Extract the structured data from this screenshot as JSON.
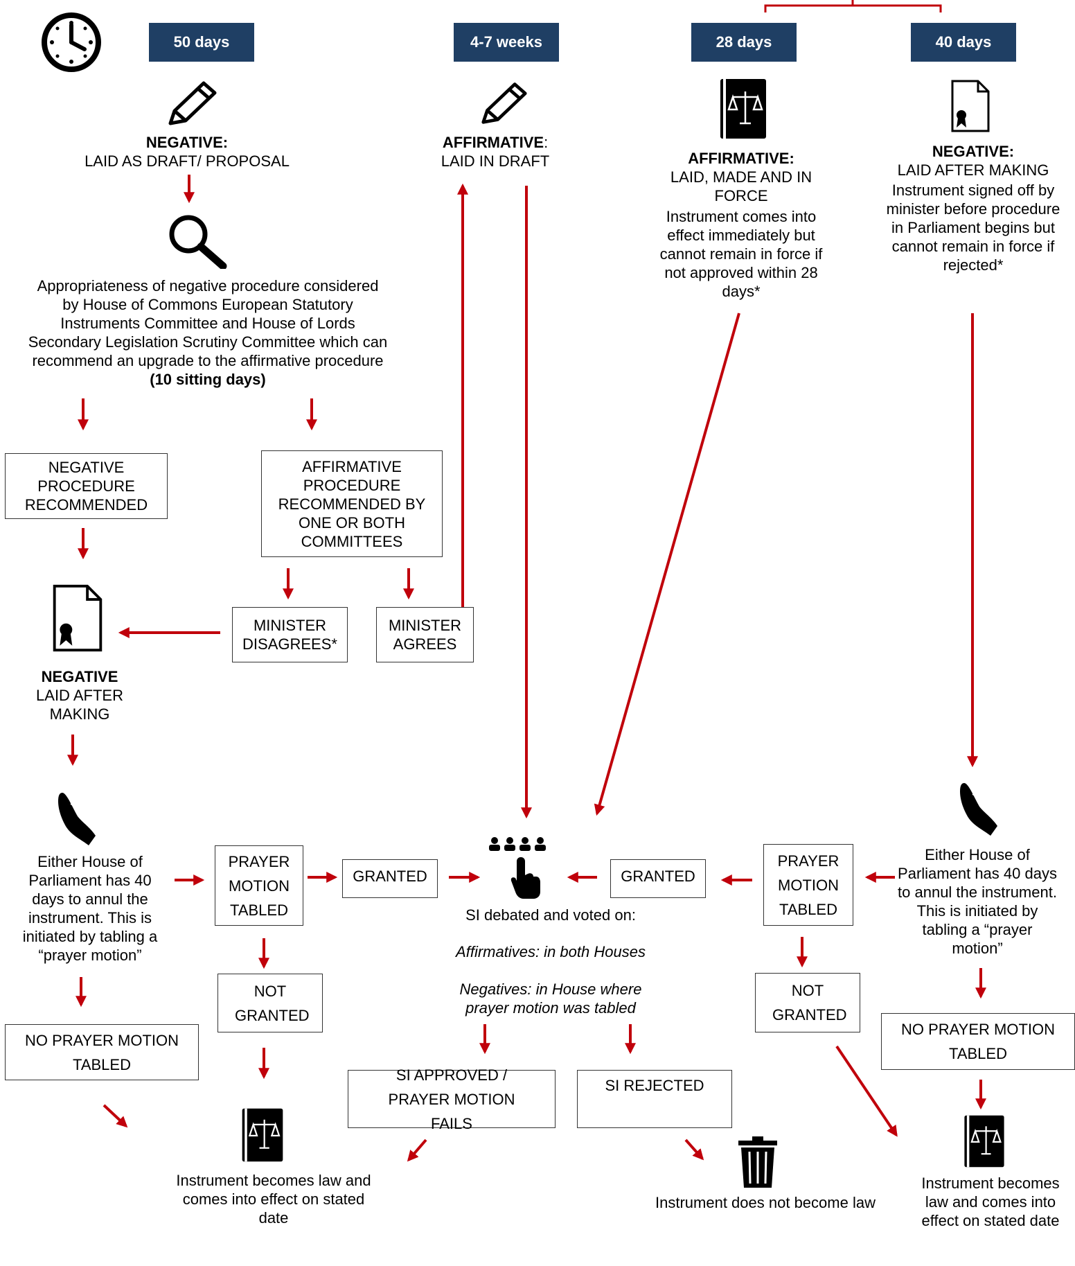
{
  "colors": {
    "badge": "#1f3f64",
    "arrow": "#c0000b",
    "bracket": "#c0000b"
  },
  "icons": [
    "clock-icon",
    "pencil-icon",
    "magnifier-icon",
    "law-book-icon",
    "sealed-document-icon",
    "praying-hands-icon",
    "people-vote-icon",
    "trash-bin-icon"
  ],
  "badges": {
    "b50": "50 days",
    "b47": "4-7 weeks",
    "b28": "28 days",
    "b40": "40 days"
  },
  "col1": {
    "heading": "NEGATIVE:",
    "sub": "LAID AS DRAFT/ PROPOSAL",
    "scrutiny": "Appropriateness of negative procedure considered by House of Commons European Statutory Instruments Committee and House of Lords Secondary Legislation Scrutiny Committee which can recommend an upgrade to the affirmative procedure",
    "scrutiny_bold": "(10 sitting days)",
    "neg_recommended": "NEGATIVE PROCEDURE RECOMMENDED",
    "aff_recommended": "AFFIRMATIVE PROCEDURE RECOMMENDED BY ONE OR BOTH COMMITTEES",
    "minister_disagrees": "MINISTER DISAGREES*",
    "minister_agrees": "MINISTER AGREES",
    "neg_after_heading": "NEGATIVE",
    "neg_after_sub": "LAID AFTER MAKING"
  },
  "col2": {
    "heading": "AFFIRMATIVE",
    "colon": ":",
    "sub": "LAID IN DRAFT"
  },
  "col3": {
    "heading": "AFFIRMATIVE:",
    "sub": "LAID, MADE AND IN FORCE",
    "desc": "Instrument comes into effect immediately but cannot remain in force if not approved within 28 days*"
  },
  "col4": {
    "heading": "NEGATIVE:",
    "sub": "LAID AFTER MAKING",
    "desc": "Instrument signed off by minister before procedure in Parliament begins but cannot remain in force if rejected*"
  },
  "left_annul": "Either House of Parliament has 40 days to annul the instrument. This is initiated by tabling a “prayer motion”",
  "right_annul": "Either House of Parliament has 40 days to annul the instrument. This is initiated by tabling a “prayer motion”",
  "prayer_motion_tabled": "PRAYER MOTION TABLED",
  "granted": "GRANTED",
  "not_granted": "NOT GRANTED",
  "no_prayer_motion": "NO PRAYER MOTION TABLED",
  "center": {
    "debated": "SI debated and voted on:",
    "affirmatives": "Affirmatives: in both Houses",
    "negatives": "Negatives: in House where prayer motion was tabled",
    "approved": "SI APPROVED / PRAYER MOTION FAILS",
    "rejected": "SI REJECTED"
  },
  "outcomes": {
    "law_left": "Instrument becomes law and comes into effect on stated date",
    "not_law": "Instrument does not become law",
    "law_right": "Instrument becomes law and comes into effect on stated date"
  }
}
